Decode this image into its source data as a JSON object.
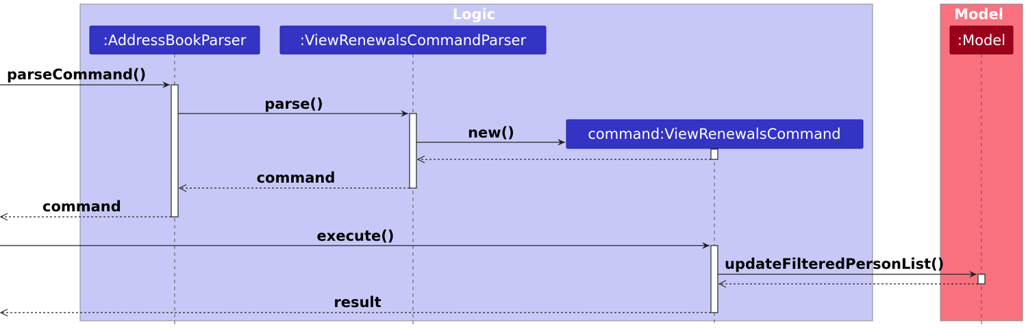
{
  "colors": {
    "logic_box": "#C8C8F8",
    "model_box": "#F9717F",
    "participant_logic": "#3333C4",
    "participant_model": "#9B001A",
    "title_text": "#FFFFFF"
  },
  "boxes": {
    "logic": {
      "title": "Logic"
    },
    "model": {
      "title": "Model"
    }
  },
  "participants": {
    "address_book_parser": ":AddressBookParser",
    "view_renewals_command_parser": ":ViewRenewalsCommandParser",
    "view_renewals_command": "command:ViewRenewalsCommand",
    "model": ":Model"
  },
  "messages": {
    "parse_command": "parseCommand()",
    "parse": "parse()",
    "new": "new()",
    "return_command_to_abp": "command",
    "return_command_out": "command",
    "execute": "execute()",
    "update_filtered_person_list": "updateFilteredPersonList()",
    "return_result": "result"
  }
}
